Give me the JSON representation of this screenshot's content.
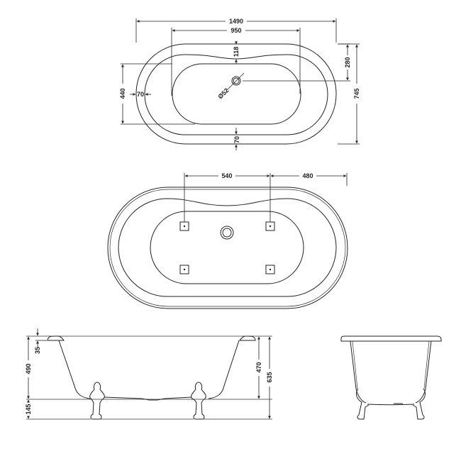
{
  "colors": {
    "line": "#222222",
    "background": "#ffffff"
  },
  "top_view": {
    "overall_length": "1490",
    "basin_length": "950",
    "rim_top_width": "118",
    "waste_offset": "280",
    "overall_width": "745",
    "basin_width": "440",
    "rim_side_width": "70",
    "rim_bottom_width": "70",
    "waste_diameter": "Ø52"
  },
  "plan_view": {
    "feet_spacing": "540",
    "foot_to_end": "480"
  },
  "front_view": {
    "rim_thickness": "35",
    "body_height": "490",
    "leg_height": "145",
    "inner_depth": "470",
    "overall_height": "635"
  }
}
